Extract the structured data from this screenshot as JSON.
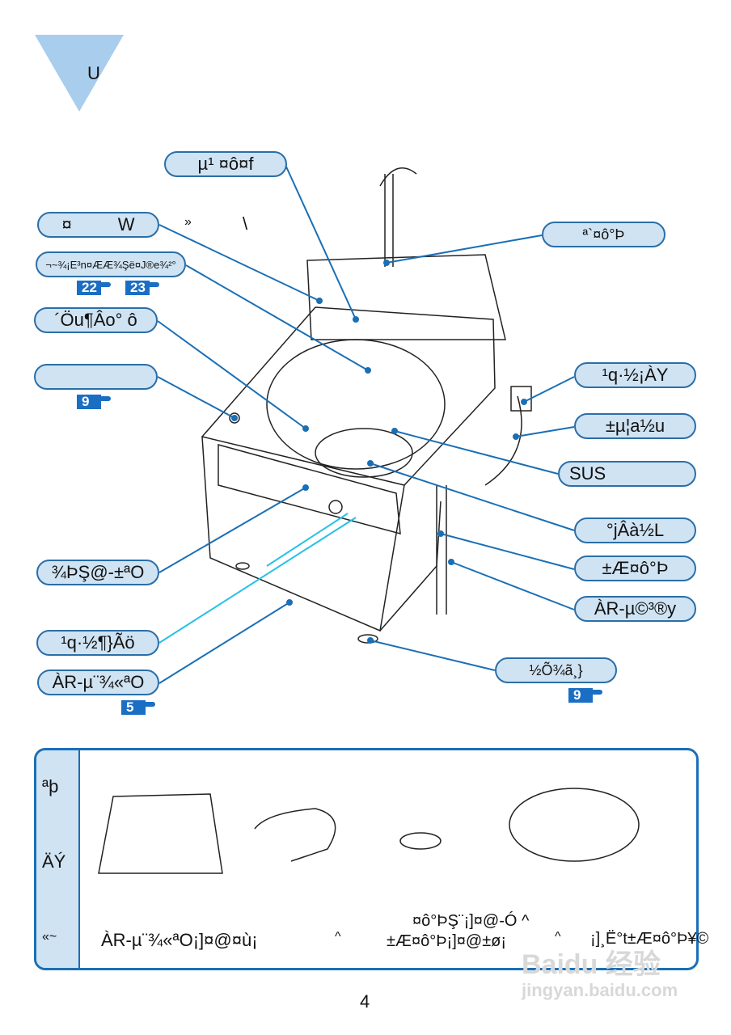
{
  "section_marker": "U",
  "labels_top": {
    "a": "µ¹ ¤ô¤f",
    "b": "¤",
    "b2": "W",
    "b3": "»",
    "b4": "\\",
    "c": "¬~¾¡E³n¤ÆÆ¾Şë¤J®e¾²°",
    "d": "´Öu¶Âo° ô",
    "e": ""
  },
  "labels_right": {
    "hose_in": "ª`¤ô°Þ",
    "plug": "¹q·½¡ÀY",
    "ground": "±µ¦a½u",
    "sus": "SUS",
    "pulsator": "°jÂà½L",
    "drain": "±Æ¤ô°Þ",
    "base": "ÀR-µ©³®y",
    "foot": "½Õ¾ã¸}"
  },
  "labels_left": {
    "panel": "¾ÞŞ@-±ªO",
    "power": "¹q·½¶}Ãö",
    "cover": "ÀR-µ¨¾«ªO"
  },
  "badges": {
    "b22": "22",
    "b23": "23",
    "b9a": "9",
    "b9b": "9",
    "b5": "5"
  },
  "accessories": {
    "col_labels": [
      "ªþ",
      "ÄÝ",
      "«~"
    ],
    "items": [
      "ÀR-µ¨¾«ªO¡]¤@¤ù¡",
      "^",
      "¤ô°ÞŞ¨¡]¤@-Ó ^",
      "±Æ¤ô°Þ¡]¤@±ø¡",
      "^",
      "¡]¸Ë°t±Æ¤ô°Þ¥©"
    ]
  },
  "page_number": "4",
  "watermark": {
    "brand": "Baidu 经验",
    "url": "jingyan.baidu.com"
  },
  "colors": {
    "accent": "#1a6fb5",
    "pill_fill": "#cfe3f3",
    "triangle": "#a9cdec"
  }
}
